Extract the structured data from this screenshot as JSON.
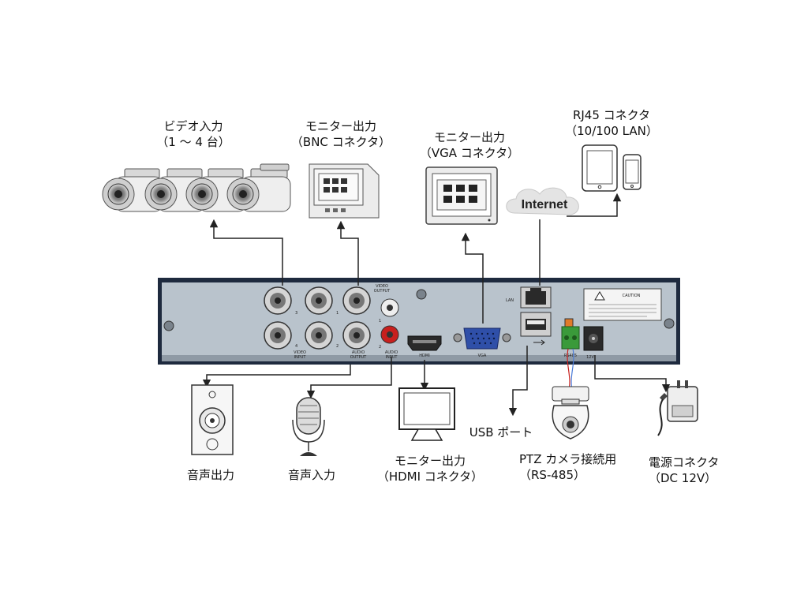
{
  "labels": {
    "video_input": [
      "ビデオ入力",
      "（1 ～ 4 台）"
    ],
    "bnc_monitor": [
      "モニター出力",
      "（BNC コネクタ）"
    ],
    "vga_monitor": [
      "モニター出力",
      "（VGA コネクタ）"
    ],
    "rj45": [
      "RJ45 コネクタ",
      "（10/100 LAN）"
    ],
    "internet": "Internet",
    "audio_output": "音声出力",
    "audio_input": "音声入力",
    "hdmi_monitor": [
      "モニター出力",
      "（HDMI コネクタ）"
    ],
    "usb_port": "USB ポート",
    "ptz": [
      "PTZ カメラ接続用",
      "（RS-485）"
    ],
    "power": [
      "電源コネクタ",
      "（DC 12V）"
    ]
  },
  "panel": {
    "video_output": [
      "VIDEO",
      "OUTPUT"
    ],
    "video_input": [
      "VIDEO",
      "INPUT"
    ],
    "audio_output": [
      "AUDIO",
      "OUTPUT"
    ],
    "audio_input": [
      "AUDIO",
      "INPUT"
    ],
    "hdmi": "HDMI",
    "vga": "VGA",
    "lan": "LAN",
    "rs485": "RS485",
    "dc": "12V",
    "caution": "CAUTION",
    "ch_numbers": [
      "1",
      "2",
      "3",
      "4"
    ],
    "audio_ch": [
      "1",
      "2"
    ]
  },
  "colors": {
    "panel_face": "#b9c3cc",
    "panel_frame": "#1e2a3e",
    "line": "#222222",
    "vga_blue": "#2f4fa8",
    "terminal_green": "#3a9a3a",
    "audio_red": "#c8201e"
  }
}
